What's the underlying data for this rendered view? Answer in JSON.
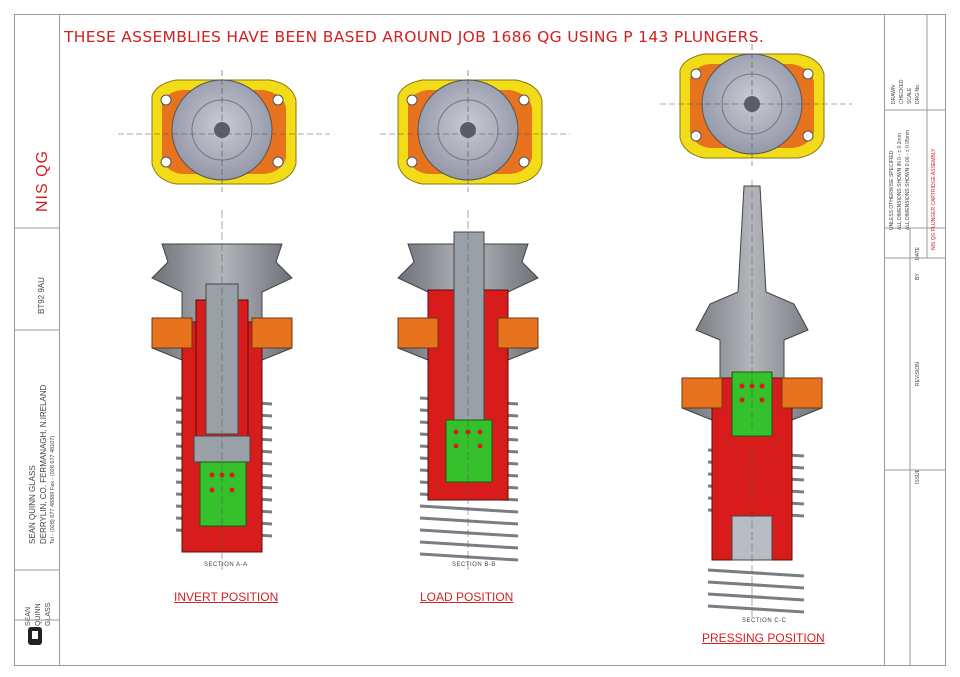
{
  "headline": "THESE ASSEMBLIES HAVE BEEN BASED AROUND JOB 1686 QG USING P 143 PLUNGERS.",
  "side_panel": {
    "project": "NIS QG",
    "postcode": "BT92 9AU",
    "company_line1": "SEAN QUINN GLASS",
    "company_line2": "DERRYLIN, CO. FERMANAGH, N.IRELAND",
    "tel_fax": "Tel - (028) 677 48889          Fax - (028 677 48107)",
    "logo_text": "SEAN QUINN GLASS"
  },
  "views": [
    {
      "caption": "INVERT POSITION",
      "section": "SECTION A-A",
      "mark": "A"
    },
    {
      "caption": "LOAD POSITION",
      "section": "SECTION B-B",
      "mark": "B"
    },
    {
      "caption": "PRESSING POSITION",
      "section": "SECTION C-C",
      "mark": "C"
    }
  ],
  "title_block": {
    "notes1": "UNLESS OTHERWISE SPECIFIED",
    "notes2": "ALL DIMENSIONS SHOWN IN 0 - ± 0.2mm",
    "notes3": "ALL DIMENSIONS SHOWN 0.00 - ± 0.05mm",
    "title": "NIS QG PLUNGER CARTRIDGE ASSEMBLY",
    "by": "BY",
    "date": "DATE",
    "revision": "REVISION",
    "issue": "ISSUE",
    "drawn": "DRAWN",
    "checked": "CHECKED",
    "scale": "SCALE",
    "drawing_no": "DRG No."
  },
  "colors": {
    "accent_red": "#d31f1f",
    "body_red": "#d81c1c",
    "plunger_green": "#35c12b",
    "flange_orange": "#e8731e",
    "flange_yellow": "#f1dc17",
    "steel_grey": "#8b8f96"
  }
}
